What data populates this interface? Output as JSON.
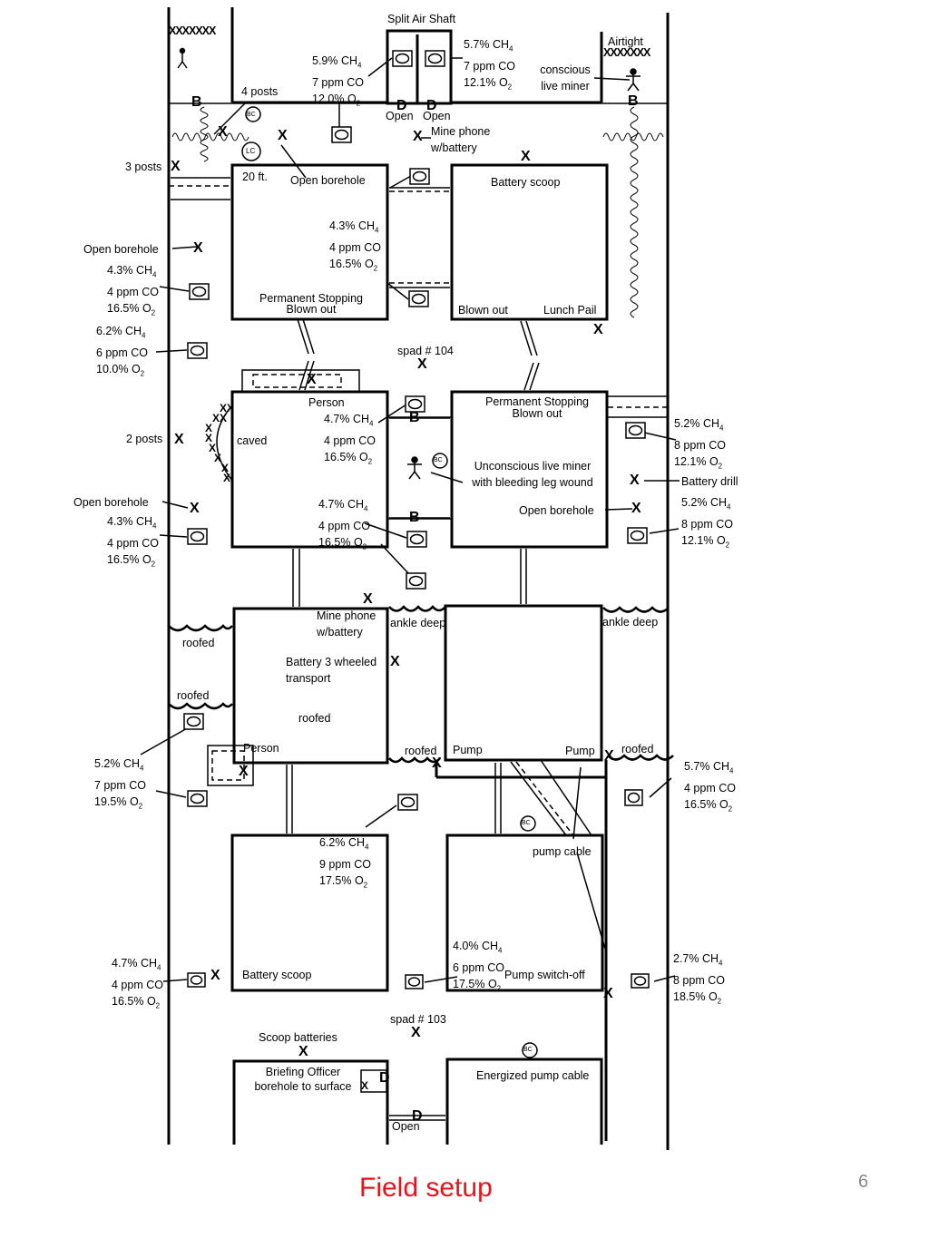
{
  "labels": {
    "split_air_shaft": "Split Air Shaft",
    "airtight": "Airtight",
    "conscious_live_miner": [
      "conscious",
      "live miner"
    ],
    "four_posts": "4 posts",
    "three_posts": "3 posts",
    "two_posts": "2 posts",
    "open_left": "Open",
    "open_right": "Open",
    "mine_phone_top": [
      "Mine phone",
      "w/battery"
    ],
    "twenty_ft": "20 ft.",
    "open_borehole_top": "Open borehole",
    "battery_scoop_top": "Battery scoop",
    "open_borehole_left1": "Open borehole",
    "permanent_stopping_1": [
      "Permanent Stopping",
      "Blown out"
    ],
    "blown_out_right": "Blown out",
    "lunch_pail": "Lunch Pail",
    "spad_104": "spad # 104",
    "person_1": "Person",
    "permanent_stopping_2": [
      "Permanent Stopping",
      "Blown out"
    ],
    "caved": "caved",
    "unconscious_miner": [
      "Unconscious live miner",
      "with bleeding leg wound"
    ],
    "battery_drill": "Battery drill",
    "open_borehole_left2": "Open borehole",
    "open_borehole_right": "Open borehole",
    "mine_phone_mid": [
      "Mine phone",
      "w/battery"
    ],
    "ankle_deep_1": "ankle deep",
    "ankle_deep_2": "ankle deep",
    "roofed_1": "roofed",
    "roofed_2": "roofed",
    "roofed_3": "roofed",
    "roofed_4": "roofed",
    "roofed_5": "roofed",
    "battery_transport": [
      "Battery 3 wheeled",
      "transport"
    ],
    "person_2": "Person",
    "pump_1": "Pump",
    "pump_2": "Pump",
    "pump_cable": "pump cable",
    "battery_scoop_bottom": "Battery scoop",
    "pump_switch_off": "Pump switch-off",
    "spad_103": "spad # 103",
    "scoop_batteries": "Scoop batteries",
    "briefing_officer": [
      "Briefing Officer",
      "borehole to surface"
    ],
    "energized_pump_cable": "Energized pump cable",
    "open_bottom": "Open",
    "bc": "BC",
    "lc": "LC",
    "d": "D",
    "b": "B",
    "x": "X"
  },
  "gas_readings": [
    {
      "id": "gas-shaft-left",
      "ch4": "5.9%",
      "co": "7 ppm CO",
      "o2": "12.0%"
    },
    {
      "id": "gas-shaft-right",
      "ch4": "5.7%",
      "co": "7 ppm CO",
      "o2": "12.1%"
    },
    {
      "id": "gas-crosscut-1",
      "ch4": "4.3%",
      "co": "4 ppm CO",
      "o2": "16.5%"
    },
    {
      "id": "gas-left-entry-1",
      "ch4": "4.3%",
      "co": "4 ppm CO",
      "o2": "16.5%"
    },
    {
      "id": "gas-left-entry-2",
      "ch4": "6.2%",
      "co": "6 ppm CO",
      "o2": "10.0%"
    },
    {
      "id": "gas-mid-upper",
      "ch4": "4.7%",
      "co": "4 ppm CO",
      "o2": "16.5%"
    },
    {
      "id": "gas-right-upper",
      "ch4": "5.2%",
      "co": "8 ppm CO",
      "o2": "12.1%"
    },
    {
      "id": "gas-mid-lower",
      "ch4": "4.7%",
      "co": "4 ppm CO",
      "o2": "16.5%"
    },
    {
      "id": "gas-right-lower",
      "ch4": "5.2%",
      "co": "8 ppm CO",
      "o2": "12.1%"
    },
    {
      "id": "gas-left-entry-3",
      "ch4": "4.3%",
      "co": "4 ppm CO",
      "o2": "16.5%"
    },
    {
      "id": "gas-left-entry-4",
      "ch4": "5.2%",
      "co": "7 ppm CO",
      "o2": "19.5%"
    },
    {
      "id": "gas-right-entry-3",
      "ch4": "5.7%",
      "co": "4 ppm CO",
      "o2": "16.5%"
    },
    {
      "id": "gas-block-lower-left",
      "ch4": "6.2%",
      "co": "9 ppm CO",
      "o2": "17.5%"
    },
    {
      "id": "gas-block-lower-right",
      "ch4": "4.0%",
      "co": "6 ppm CO",
      "o2": "17.5%"
    },
    {
      "id": "gas-left-entry-5",
      "ch4": "4.7%",
      "co": "4 ppm CO",
      "o2": "16.5%"
    },
    {
      "id": "gas-right-entry-4",
      "ch4": "2.7%",
      "co": "8 ppm CO",
      "o2": "18.5%"
    }
  ],
  "gas_units": {
    "ch4": "CH",
    "ch4_sub": "4",
    "o2": "O",
    "o2_sub": "2"
  },
  "footer": {
    "title": "Field setup",
    "page_number": "6"
  }
}
